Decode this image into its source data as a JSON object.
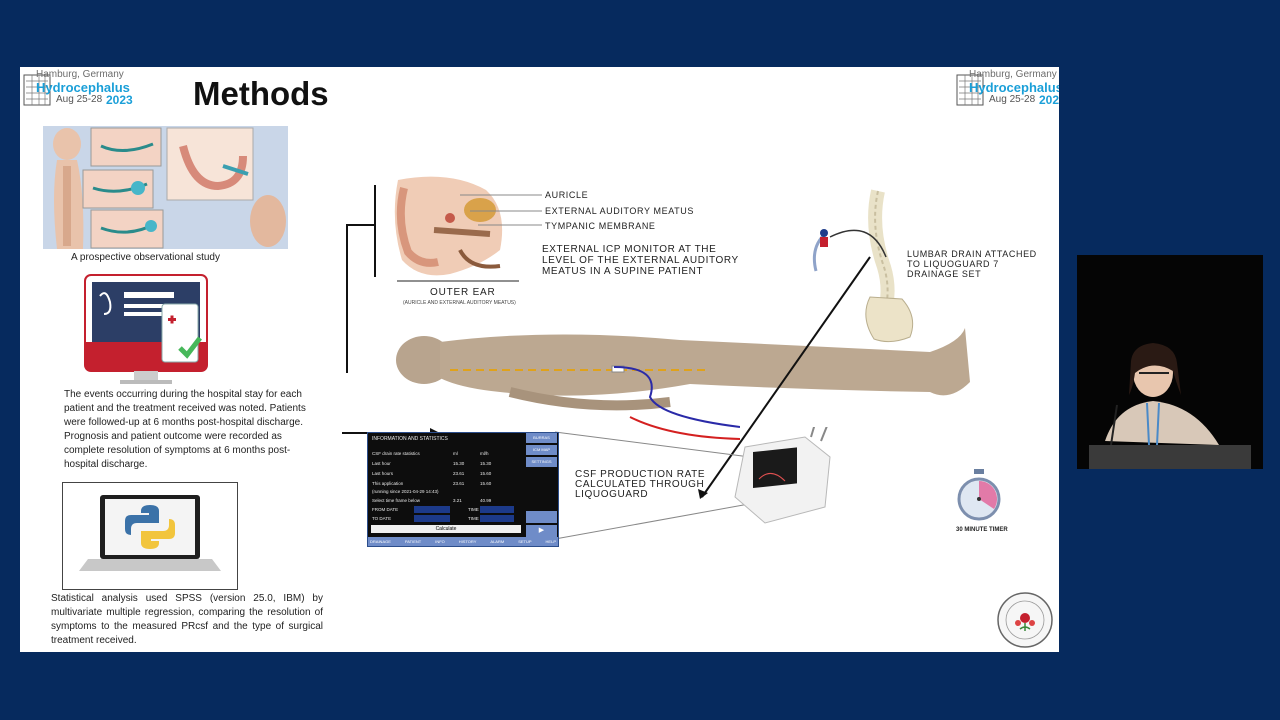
{
  "slide": {
    "title": "Methods",
    "logo": {
      "city": "Hamburg, Germany",
      "name": "Hydrocephalus",
      "dates": "Aug 25-28",
      "year": "2023"
    },
    "captions": {
      "study": "A prospective observational study",
      "events": "The events occurring during the hospital stay for each patient and the treatment received was noted. Patients were followed-up at 6 months post-hospital discharge. Prognosis and patient outcome were recorded as complete resolution of symptoms at 6 months post-hospital discharge.",
      "stats": "Statistical analysis used SPSS (version 25.0, IBM) by multivariate multiple regression, comparing the resolution of symptoms to the measured PRcsf and the type of surgical treatment received."
    },
    "ear": {
      "auricle": "AURICLE",
      "meatus": "EXTERNAL AUDITORY MEATUS",
      "tympanic": "TYMPANIC MEMBRANE",
      "outer_ear": "OUTER EAR",
      "outer_ear_sub": "(AURICLE AND EXTERNAL AUDITORY MEATUS)",
      "icp_note": "EXTERNAL ICP MONITOR AT THE LEVEL OF THE EXTERNAL AUDITORY MEATUS IN A SUPINE PATIENT"
    },
    "lumbar_note": "LUMBAR DRAIN ATTACHED TO LIQUOGUARD 7 DRAINAGE SET",
    "csf_note": "CSF PRODUCTION RATE CALCULATED THROUGH LIQUOGUARD",
    "timer_label": "30 MINUTE TIMER",
    "monitor": {
      "header": "INFORMATION AND STATISTICS",
      "side_buttons": [
        "BURRAS",
        "ICM MAP",
        "SETTINGS"
      ],
      "bottom_tabs": [
        "DRAINAGE",
        "PATIENT",
        "INFO",
        "HISTORY",
        "ALARM",
        "SETUP",
        "HELP"
      ],
      "calc_label": "Calculate",
      "rows": [
        {
          "label": "CSF drain rate statistics",
          "a": "ml",
          "b": "ml/h"
        },
        {
          "label": "Last hour",
          "a": "15.30",
          "b": "15.30"
        },
        {
          "label": "Last hours",
          "a": "23.61",
          "b": "15.60"
        },
        {
          "label": "This application",
          "a": "23.61",
          "b": "15.60"
        },
        {
          "label": "(running since 2021-04-29 14:43)",
          "a": "",
          "b": ""
        },
        {
          "label": "Select time frame below",
          "a": "3.21",
          "b": "40.99"
        },
        {
          "label": "FROM     DATE",
          "a": "TIME",
          "b": ""
        },
        {
          "label": "TO       DATE",
          "a": "TIME",
          "b": ""
        }
      ]
    }
  }
}
